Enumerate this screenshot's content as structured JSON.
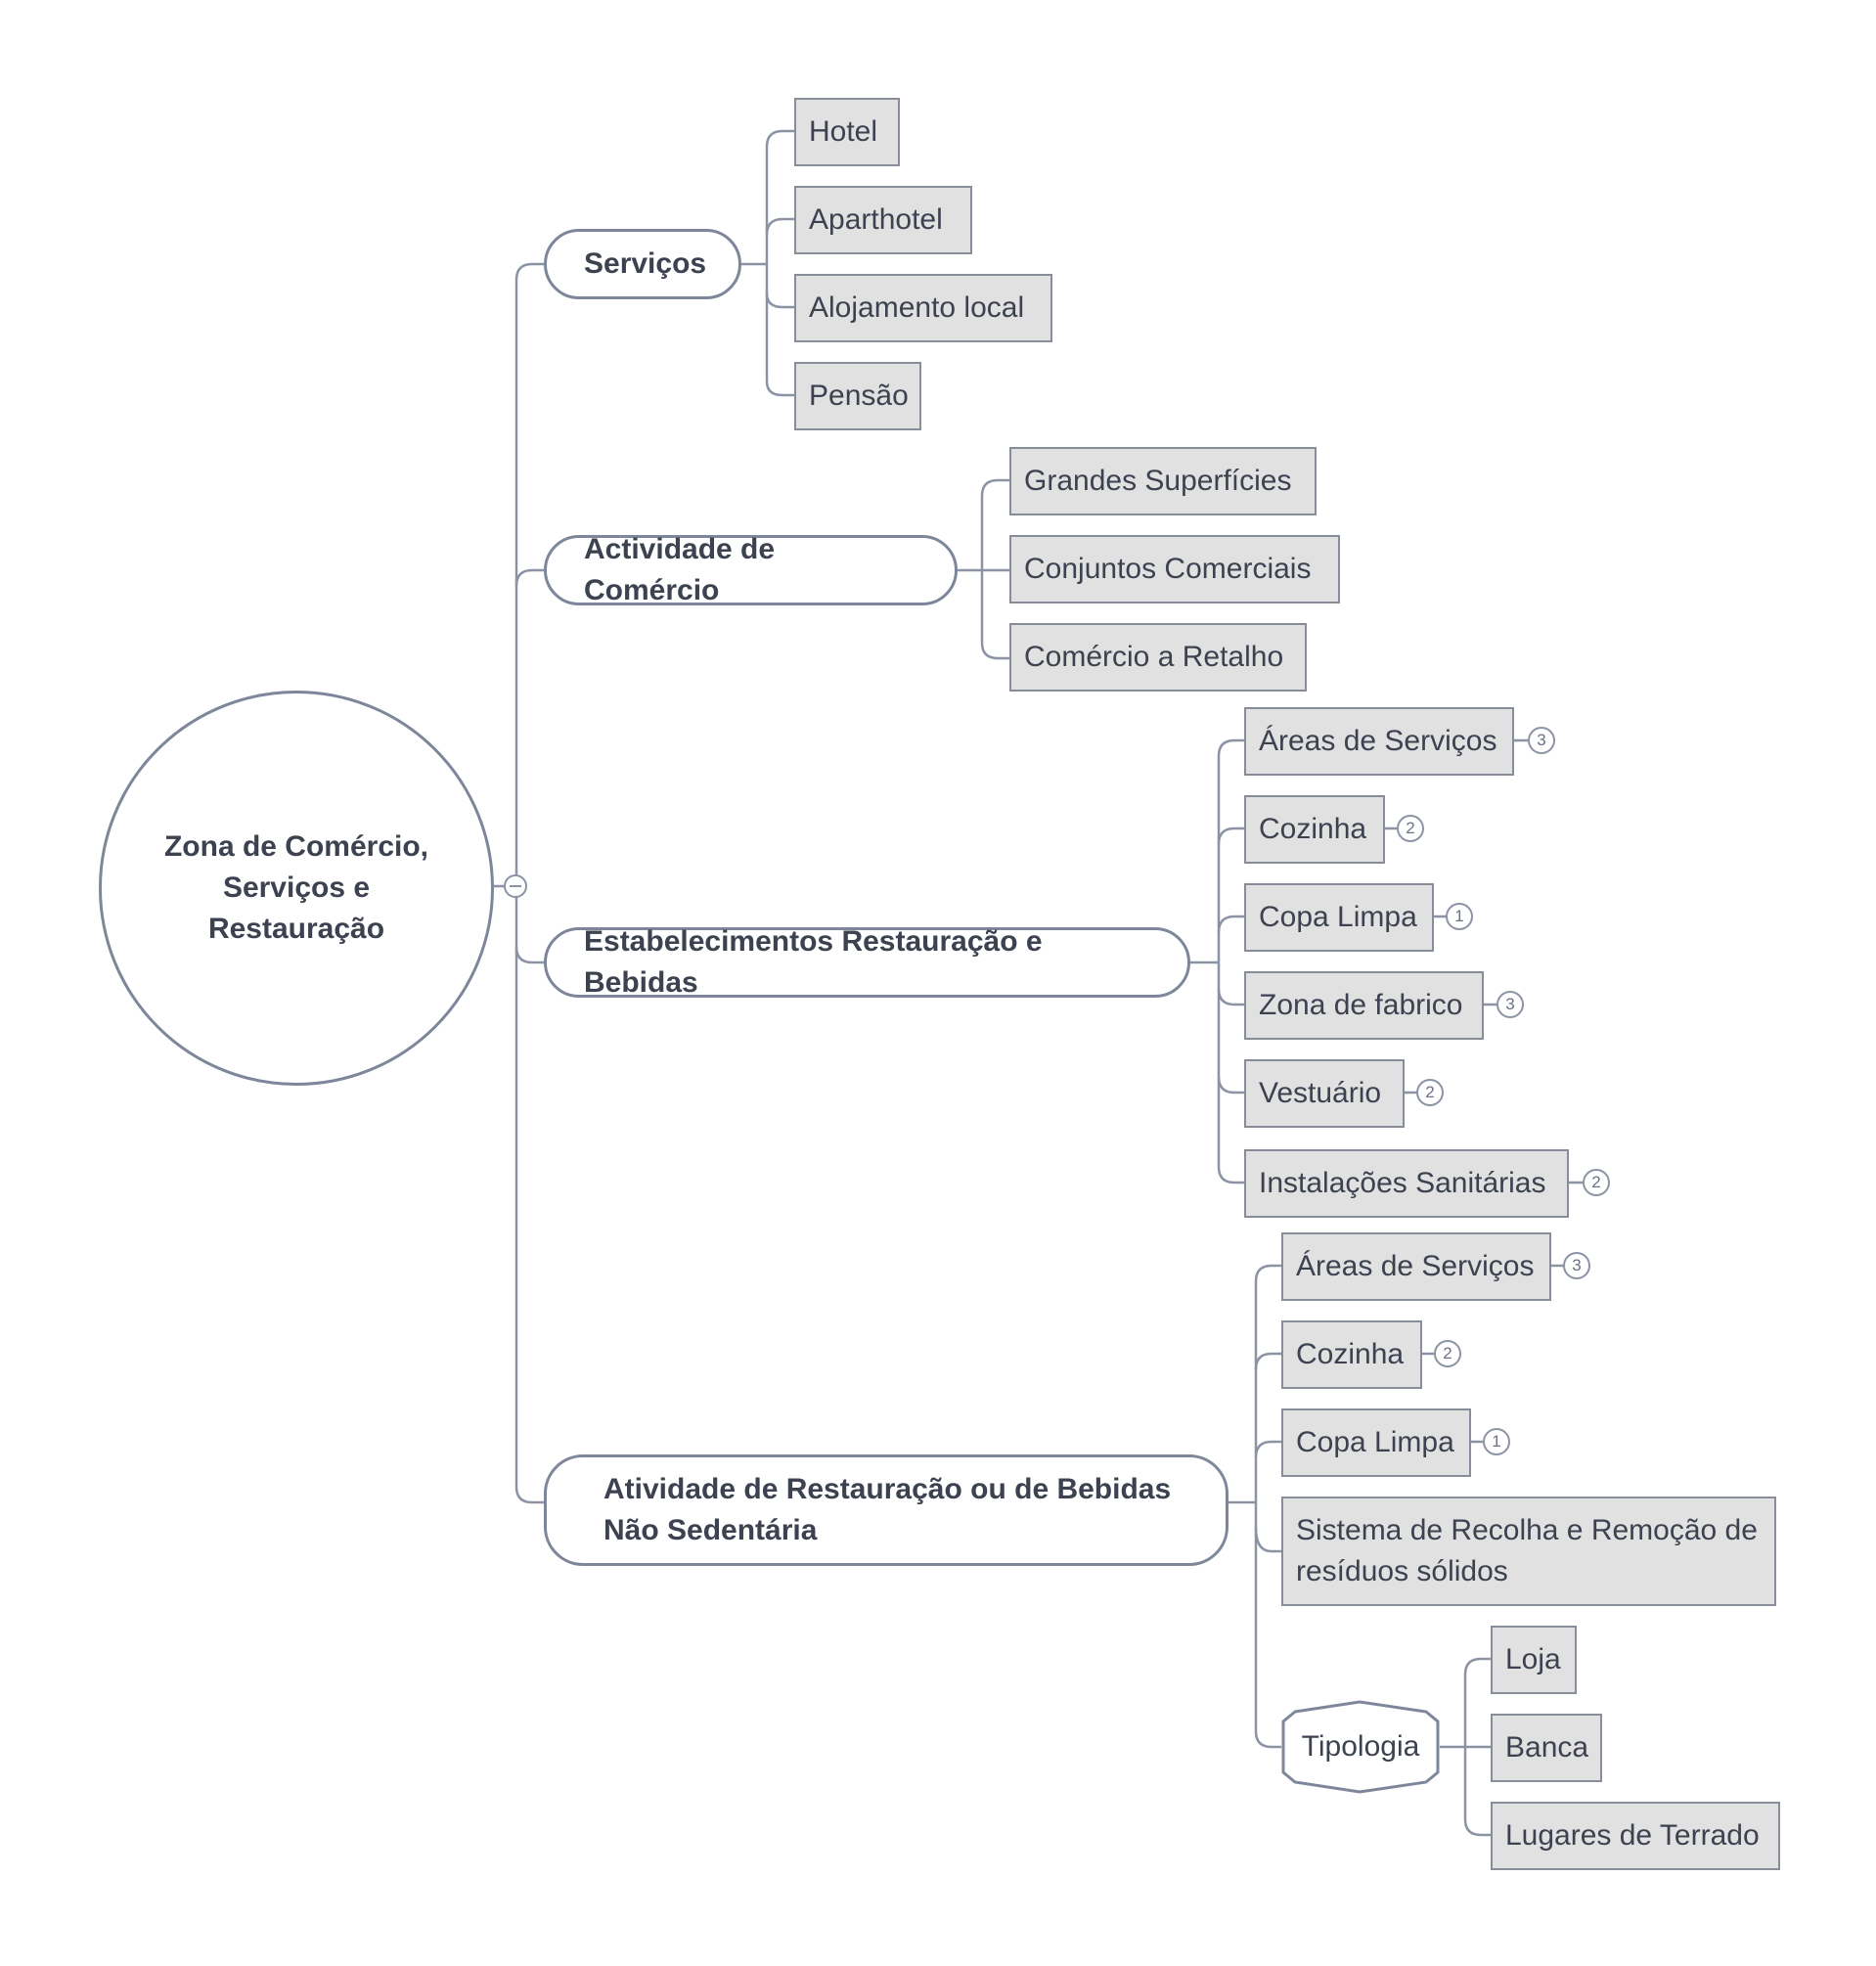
{
  "mindmap": {
    "root": {
      "label": "Zona de Comércio,\nServiços e\nRestauração"
    },
    "branches": [
      {
        "label": "Serviços",
        "children": [
          {
            "label": "Hotel"
          },
          {
            "label": "Aparthotel"
          },
          {
            "label": "Alojamento local"
          },
          {
            "label": "Pensão"
          }
        ]
      },
      {
        "label": "Actividade de Comércio",
        "children": [
          {
            "label": "Grandes Superfícies"
          },
          {
            "label": "Conjuntos Comerciais"
          },
          {
            "label": "Comércio a Retalho"
          }
        ]
      },
      {
        "label": "Estabelecimentos Restauração e Bebidas",
        "children": [
          {
            "label": "Áreas de Serviços",
            "count": "3"
          },
          {
            "label": "Cozinha",
            "count": "2"
          },
          {
            "label": "Copa Limpa",
            "count": "1"
          },
          {
            "label": "Zona de fabrico",
            "count": "3"
          },
          {
            "label": "Vestuário",
            "count": "2"
          },
          {
            "label": "Instalações Sanitárias",
            "count": "2"
          }
        ]
      },
      {
        "label": "Atividade de Restauração ou de Bebidas Não Sedentária",
        "children": [
          {
            "label": "Áreas de Serviços",
            "count": "3"
          },
          {
            "label": "Cozinha",
            "count": "2"
          },
          {
            "label": "Copa Limpa",
            "count": "1"
          },
          {
            "label": "Sistema de Recolha e Remoção de resíduos sólidos"
          },
          {
            "label": "Tipologia",
            "children": [
              {
                "label": "Loja"
              },
              {
                "label": "Banca"
              },
              {
                "label": "Lugares de Terrado"
              }
            ]
          }
        ]
      }
    ]
  }
}
